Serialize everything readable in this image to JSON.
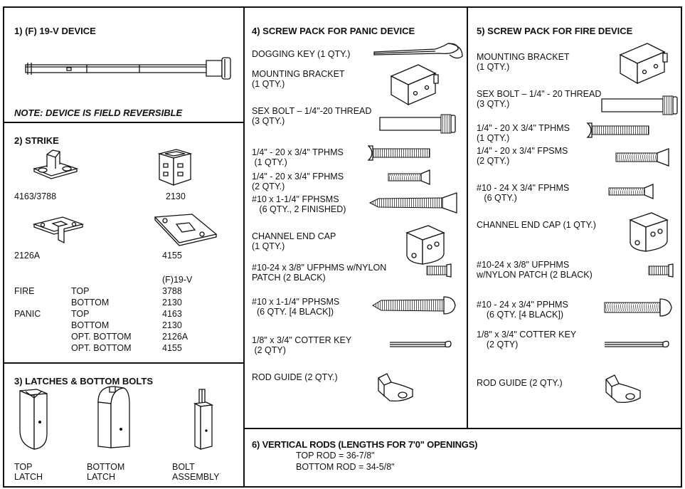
{
  "sections": {
    "s1": {
      "title": "1)  (F) 19-V DEVICE",
      "note": "NOTE:  DEVICE IS FIELD REVERSIBLE"
    },
    "s2": {
      "title": "2)  STRIKE",
      "parts": [
        "4163/3788",
        "2130",
        "2126A",
        "4155"
      ],
      "table_header": "(F)19-V",
      "rows": [
        {
          "group": "FIRE",
          "position": "TOP",
          "part": "3788"
        },
        {
          "group": "",
          "position": "BOTTOM",
          "part": "2130"
        },
        {
          "group": "PANIC",
          "position": "TOP",
          "part": "4163"
        },
        {
          "group": "",
          "position": "BOTTOM",
          "part": "2130"
        },
        {
          "group": "",
          "position": "OPT. BOTTOM",
          "part": "2126A"
        },
        {
          "group": "",
          "position": "OPT. BOTTOM",
          "part": "4155"
        }
      ]
    },
    "s3": {
      "title": "3) LATCHES & BOTTOM BOLTS",
      "items": [
        "TOP\nLATCH",
        "BOTTOM\nLATCH",
        "BOLT\nASSEMBLY"
      ]
    },
    "s4": {
      "title": "4)  SCREW PACK FOR PANIC DEVICE",
      "items": [
        "DOGGING KEY (1 QTY.)",
        "MOUNTING BRACKET\n(1 QTY.)",
        "SEX BOLT – 1/4\"-20 THREAD\n(3 QTY.)",
        "1/4\" - 20 x 3/4\" TPHMS\n (1 QTY.)",
        "1/4\" - 20 x 3/4\" FPHMS\n(2 QTY.)",
        "#10 x 1-1/4\" FPHSMS\n   (6 QTY., 2 FINISHED)",
        "CHANNEL END CAP\n(1 QTY.)",
        "#10-24 x 3/8\" UFPHMS w/NYLON\nPATCH (2 BLACK)",
        "#10 x 1-1/4\" PPHSMS\n  (6 QTY. [4 BLACK])",
        "1/8\" x 3/4\" COTTER KEY\n (2 QTY)",
        "ROD GUIDE (2 QTY.)"
      ]
    },
    "s5": {
      "title": "5)  SCREW PACK FOR FIRE DEVICE",
      "items": [
        "MOUNTING BRACKET\n(1 QTY.)",
        "SEX BOLT – 1/4\" - 20 THREAD\n(3 QTY.)",
        "1/4\" - 20 X 3/4\" TPHMS\n(1 QTY.)",
        "1/4\" - 20 x 3/4\" FPSMS\n(2 QTY.)",
        "#10 - 24 X 3/4\" FPHMS\n   (6 QTY.)",
        "CHANNEL END CAP (1 QTY.)",
        "#10-24 x 3/8\" UFPHMS\nw/NYLON PATCH (2 BLACK)",
        "#10 - 24 x 3/4\" PPHMS\n    (6 QTY. [4 BLACK])",
        "1/8\" x 3/4\" COTTER KEY\n    (2 QTY)",
        "ROD GUIDE (2 QTY.)"
      ]
    },
    "s6": {
      "title": "6) VERTICAL RODS (LENGTHS FOR 7'0\" OPENINGS)",
      "lines": [
        "TOP ROD = 36-7/8\"",
        "BOTTOM ROD = 34-5/8\""
      ]
    }
  }
}
